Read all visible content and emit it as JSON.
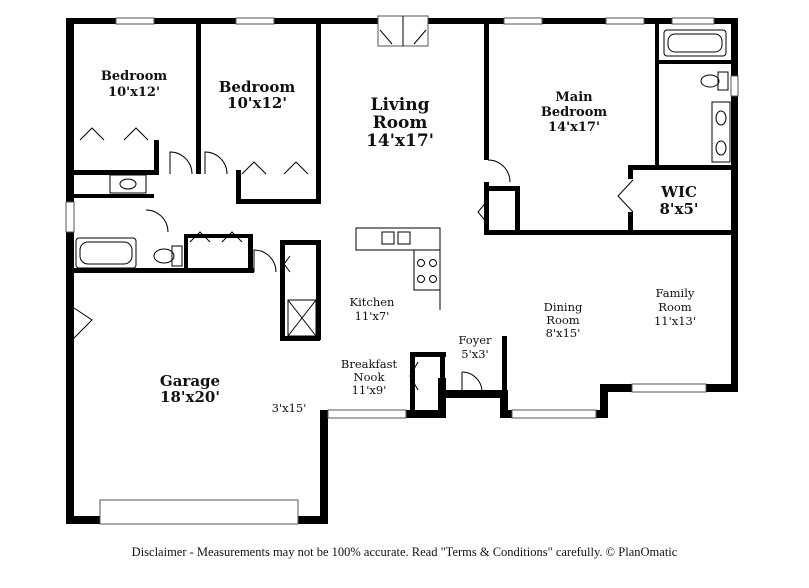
{
  "rooms": {
    "bedroom1": {
      "name": "Bedroom",
      "size": "10'x12'"
    },
    "bedroom2": {
      "name": "Bedroom",
      "size": "10'x12'"
    },
    "living": {
      "line1": "Living",
      "line2": "Room",
      "size": "14'x17'"
    },
    "main_bedroom": {
      "line1": "Main",
      "line2": "Bedroom",
      "size": "14'x17'"
    },
    "wic": {
      "name": "WIC",
      "size": "8'x5'"
    },
    "kitchen": {
      "name": "Kitchen",
      "size": "11'x7'"
    },
    "garage": {
      "name": "Garage",
      "size": "18'x20'"
    },
    "garage_closet": {
      "size": "3'x15'"
    },
    "breakfast_nook": {
      "line1": "Breakfast",
      "line2": "Nook",
      "size": "11'x9'"
    },
    "foyer": {
      "name": "Foyer",
      "size": "5'x3'"
    },
    "dining": {
      "line1": "Dining",
      "line2": "Room",
      "size": "8'x15'"
    },
    "family": {
      "line1": "Family",
      "line2": "Room",
      "size": "11'x13'"
    }
  },
  "disclaimer": "Disclaimer - Measurements may not be 100% accurate. Read \"Terms & Conditions\" carefully. © PlanOmatic"
}
